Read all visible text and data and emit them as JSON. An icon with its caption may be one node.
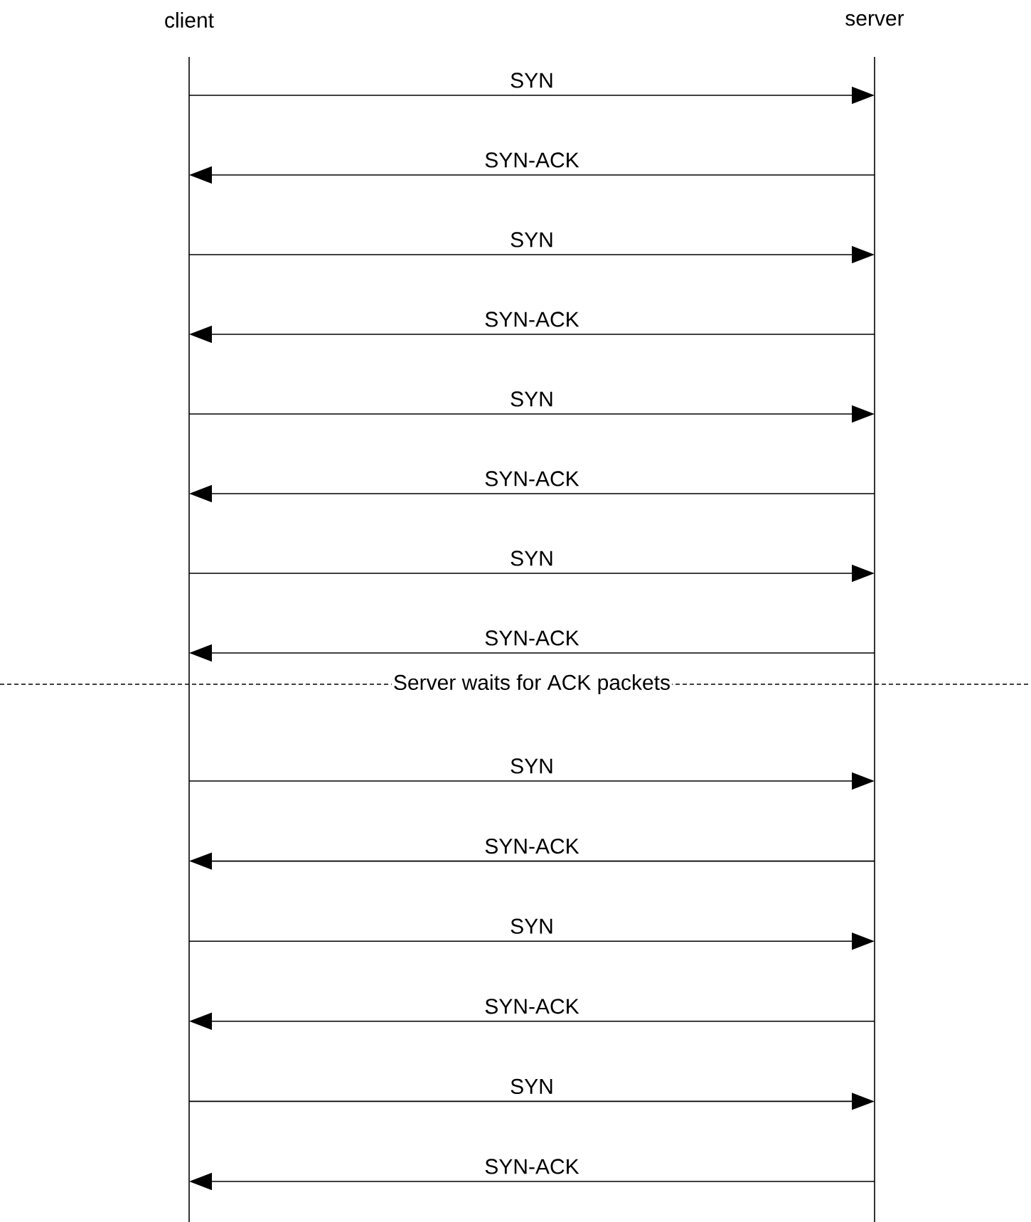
{
  "diagram": {
    "nodes": [
      {
        "text": [
          "client"
        ]
      },
      {
        "text": [
          "server"
        ]
      }
    ],
    "edges": [
      {
        "from": 0,
        "to": 1,
        "arrow": "to",
        "label": "SYN"
      },
      {
        "from": 1,
        "to": 0,
        "arrow": "to",
        "label": "SYN-ACK"
      },
      {
        "from": 0,
        "to": 1,
        "arrow": "to",
        "label": "SYN"
      },
      {
        "from": 1,
        "to": 0,
        "arrow": "to",
        "label": "SYN-ACK"
      },
      {
        "from": 0,
        "to": 1,
        "arrow": "to",
        "label": "SYN"
      },
      {
        "from": 1,
        "to": 0,
        "arrow": "to",
        "label": "SYN-ACK"
      },
      {
        "from": 0,
        "to": 1,
        "arrow": "to",
        "label": "SYN"
      },
      {
        "from": 1,
        "to": 0,
        "arrow": "to",
        "label": "SYN-ACK"
      },
      {
        "from": 0,
        "to": 1,
        "arrow": "to",
        "label": "SYN"
      },
      {
        "from": 1,
        "to": 0,
        "arrow": "to",
        "label": "SYN-ACK"
      },
      {
        "from": 0,
        "to": 1,
        "arrow": "to",
        "label": "SYN"
      },
      {
        "from": 1,
        "to": 0,
        "arrow": "to",
        "label": "SYN-ACK"
      },
      {
        "from": 0,
        "to": 1,
        "arrow": "to",
        "label": "SYN"
      },
      {
        "from": 1,
        "to": 0,
        "arrow": "to",
        "label": "SYN-ACK"
      }
    ],
    "labels": [
      "Server waits for ACK packets"
    ]
  }
}
